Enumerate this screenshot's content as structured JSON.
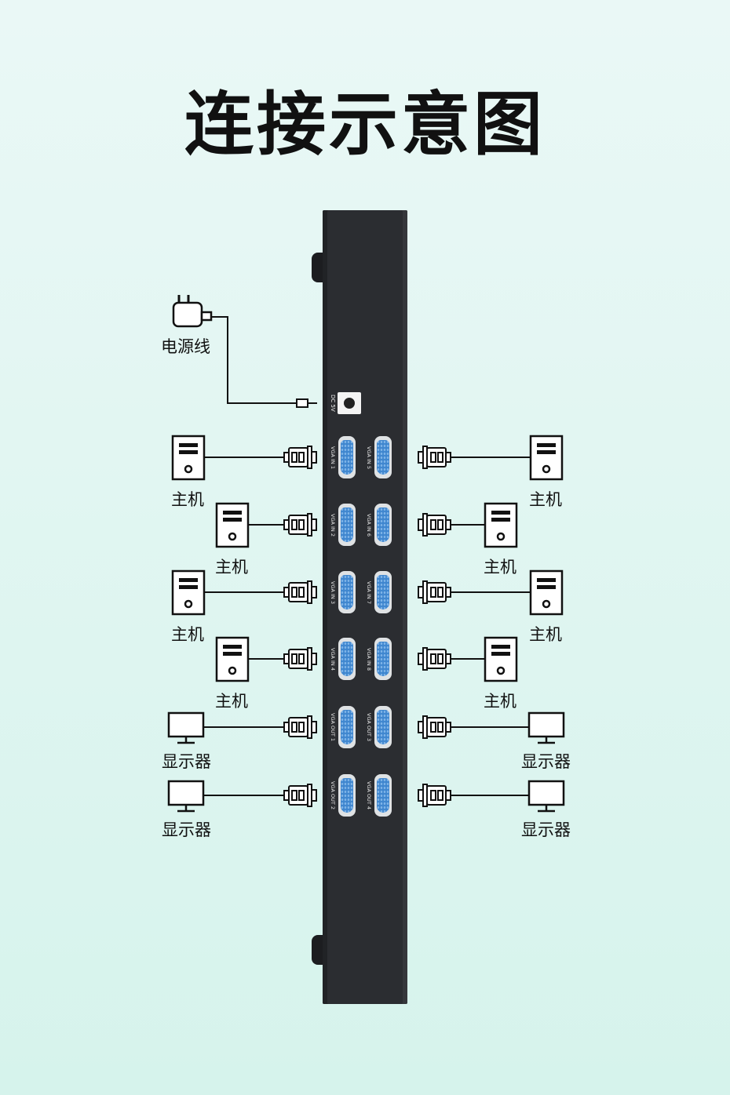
{
  "title": "连接示意图",
  "labels": {
    "power": "电源线",
    "host": "主机",
    "monitor": "显示器"
  },
  "device": {
    "dc_label": "DC 5V",
    "ports_left": [
      "VGA IN 1",
      "VGA IN 2",
      "VGA IN 3",
      "VGA IN 4",
      "VGA OUT 1",
      "VGA OUT 2"
    ],
    "ports_right": [
      "VGA IN 5",
      "VGA IN 6",
      "VGA IN 7",
      "VGA IN 8",
      "VGA OUT 3",
      "VGA OUT 4"
    ]
  },
  "colors": {
    "device_body": "#2b2d31",
    "port_blue": "#3f86cf",
    "line": "#111111",
    "background_top": "#eaf8f6",
    "background_bottom": "#d6f3ec"
  },
  "icons": [
    "power-adapter-icon",
    "computer-tower-icon",
    "monitor-icon",
    "vga-plug-icon"
  ]
}
